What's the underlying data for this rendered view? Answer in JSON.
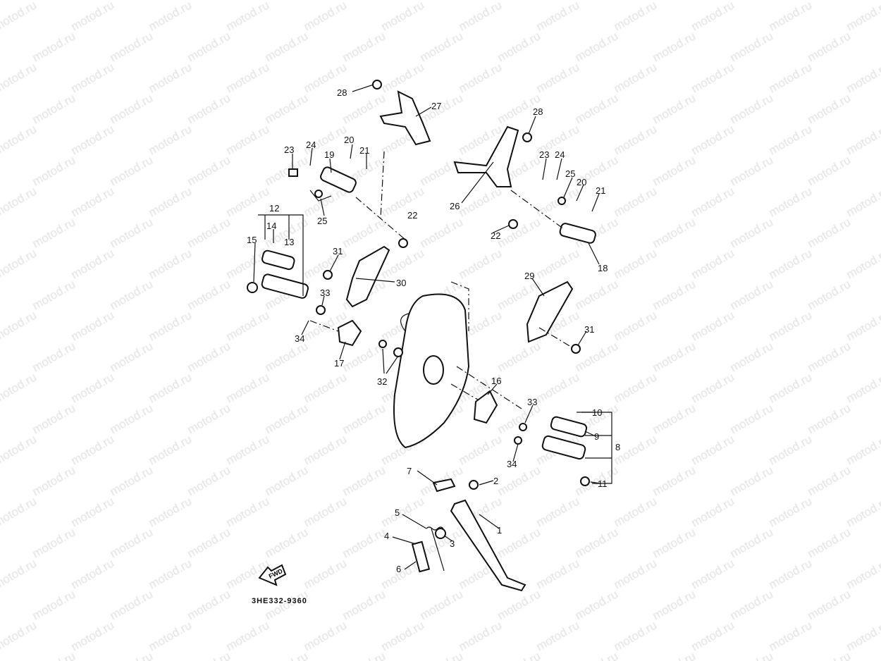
{
  "watermark": "motod.ru",
  "diagram_code": "3HE332-9360",
  "fwd_label": "FWD",
  "callouts": [
    "28",
    "27",
    "20",
    "21",
    "23",
    "24",
    "19",
    "25",
    "22",
    "12",
    "14",
    "15",
    "13",
    "31",
    "30",
    "33",
    "34",
    "17",
    "32",
    "28",
    "23",
    "24",
    "25",
    "20",
    "21",
    "26",
    "22",
    "18",
    "29",
    "31",
    "16",
    "33",
    "10",
    "9",
    "8",
    "34",
    "11",
    "7",
    "2",
    "1",
    "5",
    "4",
    "3",
    "6"
  ]
}
